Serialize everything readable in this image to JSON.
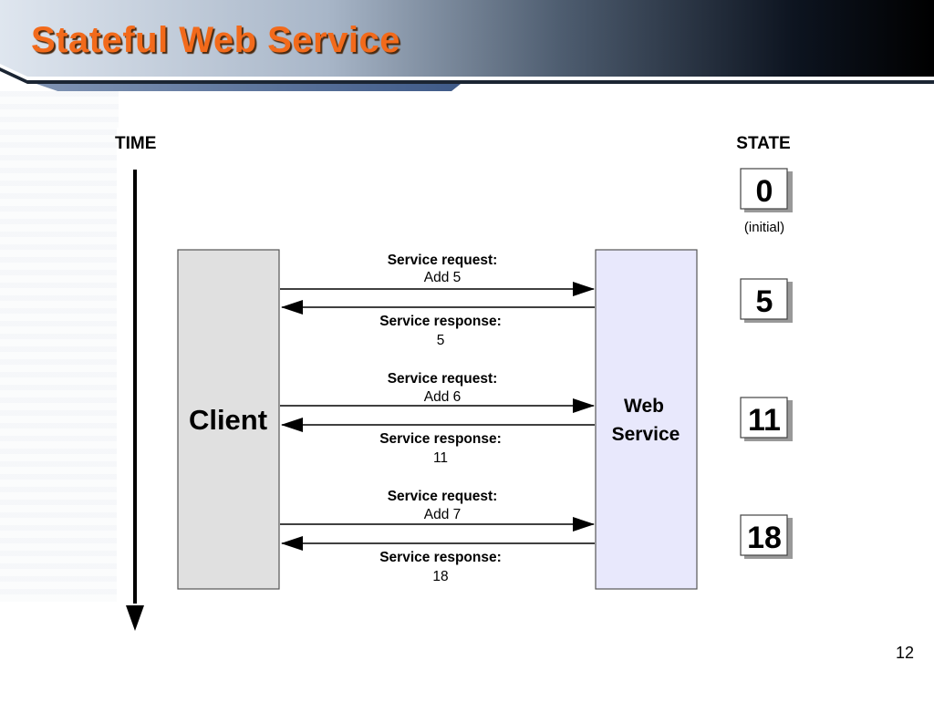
{
  "slide": {
    "title": "Stateful Web Service",
    "page_number": "12"
  },
  "diagram": {
    "time_label": "TIME",
    "state_label": "STATE",
    "client_label": "Client",
    "service_label_line1": "Web",
    "service_label_line2": "Service",
    "exchanges": [
      {
        "request_title": "Service request:",
        "request_value": "Add 5",
        "response_title": "Service response:",
        "response_value": "5"
      },
      {
        "request_title": "Service request:",
        "request_value": "Add 6",
        "response_title": "Service response:",
        "response_value": "11"
      },
      {
        "request_title": "Service request:",
        "request_value": "Add 7",
        "response_title": "Service response:",
        "response_value": "18"
      }
    ],
    "states": [
      {
        "value": "0",
        "note": "(initial)"
      },
      {
        "value": "5"
      },
      {
        "value": "11"
      },
      {
        "value": "18"
      }
    ],
    "colors": {
      "title": "#f26a1b",
      "client_box": "#e0e0e0",
      "service_box": "#e8e8fc"
    }
  }
}
